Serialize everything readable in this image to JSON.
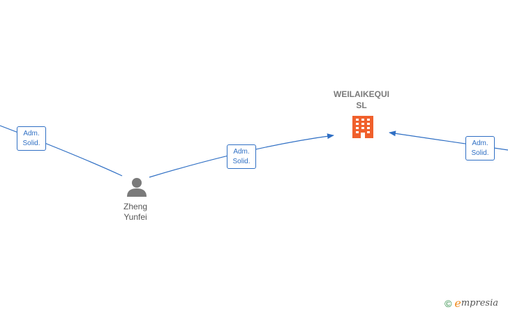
{
  "company": {
    "name_line1": "WEILAIKEQUI",
    "name_line2": "SL",
    "icon": "building-icon",
    "icon_color": "#f0602c"
  },
  "person": {
    "name": "Zheng\nYunfei",
    "icon": "person-icon",
    "icon_color": "#7a7a7a"
  },
  "relations": [
    {
      "line1": "Adm.",
      "line2": "Solid."
    },
    {
      "line1": "Adm.",
      "line2": "Solid."
    },
    {
      "line1": "Adm.",
      "line2": "Solid."
    }
  ],
  "colors": {
    "edge": "#2f6fc4"
  },
  "brand": {
    "copyright": "©",
    "initial": "e",
    "rest": "mpresia"
  }
}
